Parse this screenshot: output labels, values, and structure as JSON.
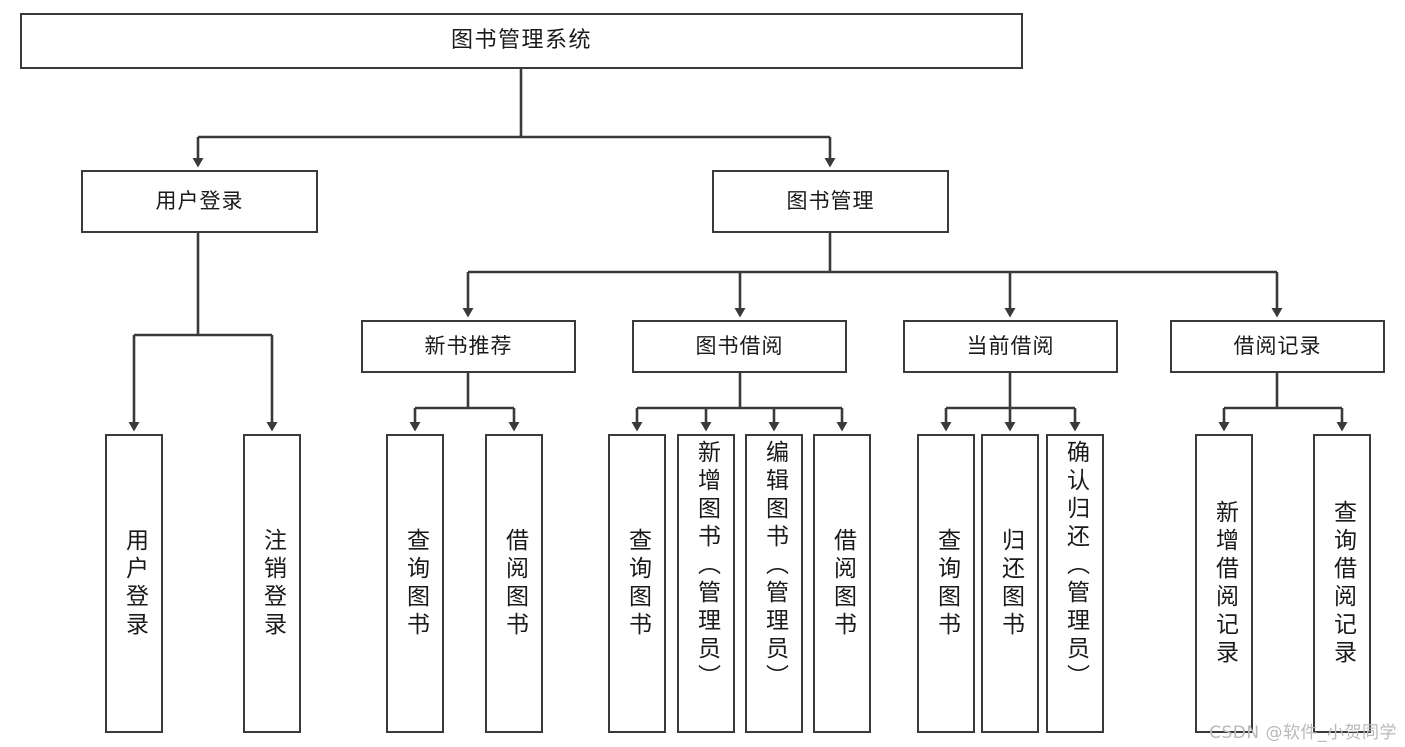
{
  "diagram": {
    "type": "tree-hierarchy",
    "title": "图书管理系统",
    "watermark": "CSDN @软件_小贺同学",
    "colors": {
      "stroke": "#3a3a3a",
      "box_fill": "#ffffff",
      "text": "#1a1a1a",
      "watermark": "#b9b9b9",
      "background": "#ffffff"
    },
    "nodes": {
      "root": {
        "label": "图书管理系统",
        "level": 0
      },
      "level1": [
        {
          "id": "user-login",
          "label": "用户登录"
        },
        {
          "id": "book-manage",
          "label": "图书管理"
        }
      ],
      "level2": [
        {
          "id": "new-book-rec",
          "label": "新书推荐",
          "parent": "book-manage"
        },
        {
          "id": "book-borrow",
          "label": "图书借阅",
          "parent": "book-manage"
        },
        {
          "id": "current-borrow",
          "label": "当前借阅",
          "parent": "book-manage"
        },
        {
          "id": "borrow-record",
          "label": "借阅记录",
          "parent": "book-manage"
        }
      ],
      "leaves": [
        {
          "id": "leaf-user-login",
          "label": "用户登录",
          "parent": "user-login"
        },
        {
          "id": "leaf-logout",
          "label": "注销登录",
          "parent": "user-login"
        },
        {
          "id": "leaf-query-book-1",
          "label": "查询图书",
          "parent": "new-book-rec"
        },
        {
          "id": "leaf-borrow-book-1",
          "label": "借阅图书",
          "parent": "new-book-rec"
        },
        {
          "id": "leaf-query-book-2",
          "label": "查询图书",
          "parent": "book-borrow"
        },
        {
          "id": "leaf-add-book",
          "label": "新增图书（管理员）",
          "parent": "book-borrow"
        },
        {
          "id": "leaf-edit-book",
          "label": "编辑图书（管理员）",
          "parent": "book-borrow"
        },
        {
          "id": "leaf-borrow-book-2",
          "label": "借阅图书",
          "parent": "book-borrow"
        },
        {
          "id": "leaf-query-book-3",
          "label": "查询图书",
          "parent": "current-borrow"
        },
        {
          "id": "leaf-return-book",
          "label": "归还图书",
          "parent": "current-borrow"
        },
        {
          "id": "leaf-confirm-return",
          "label": "确认归还（管理员）",
          "parent": "current-borrow"
        },
        {
          "id": "leaf-add-record",
          "label": "新增借阅记录",
          "parent": "borrow-record"
        },
        {
          "id": "leaf-query-record",
          "label": "查询借阅记录",
          "parent": "borrow-record"
        }
      ]
    }
  }
}
